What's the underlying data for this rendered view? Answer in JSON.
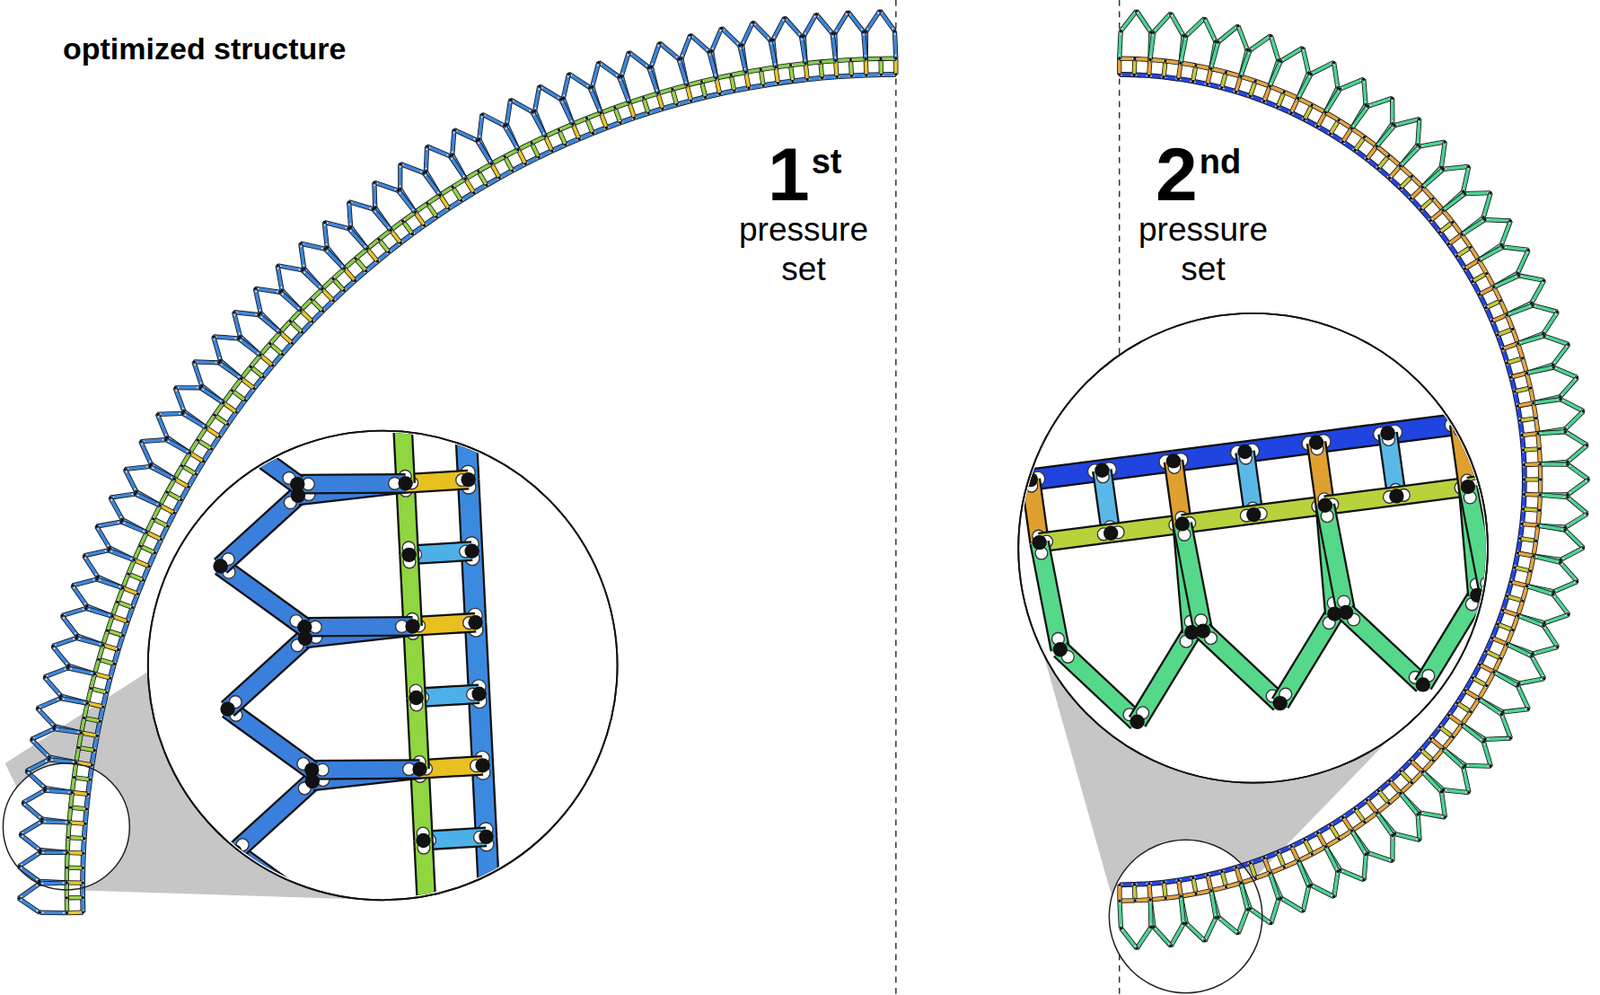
{
  "diagram": {
    "title": "optimized structure",
    "labels": [
      "1",
      "st",
      "pressure set",
      "2",
      "nd",
      "pressure set"
    ]
  }
}
